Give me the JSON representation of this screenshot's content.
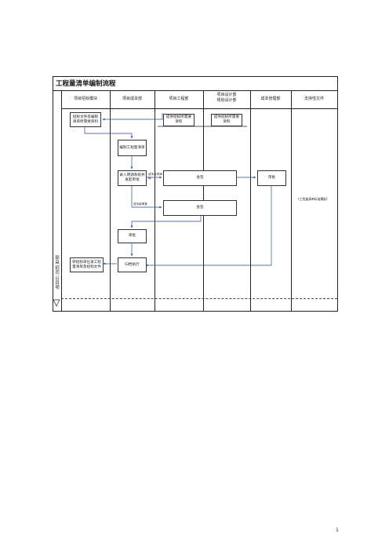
{
  "title": "工程量清单编制流程",
  "columns": [
    "项目招标模块",
    "项目成本部",
    "项目工程部",
    "项目设计部\n规划设计部",
    "成本管理部",
    "支持性文件"
  ],
  "lane_label": "项目公司招采部",
  "boxes": {
    "b1": "招标文件及编制清单所需要资料",
    "b2": "提供招标所需要资料",
    "b3": "提供招标所需要资料",
    "b4": "编制工程量清单",
    "b5": "录入明源系统并发起审批",
    "b6": "会签",
    "b7": "审批",
    "b8": "会签",
    "b9": "审批",
    "b10": "转招标单位发工程量清单及招标文件",
    "b11": "归档执行"
  },
  "labels": {
    "l1": "成本合同审核",
    "l2": "成本部审批"
  },
  "support_note": "《工程量清单标准模板》",
  "page_number": "1"
}
